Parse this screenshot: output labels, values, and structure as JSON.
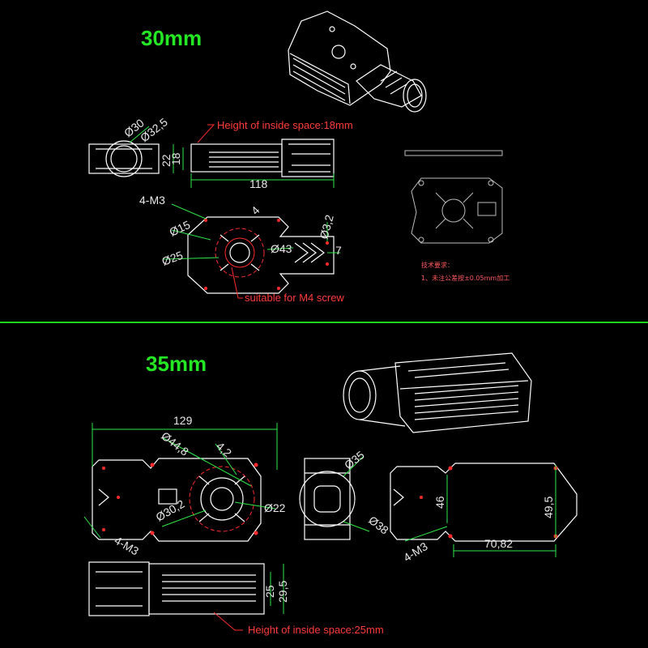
{
  "sections": {
    "top_title": "30mm",
    "bottom_title": "35mm"
  },
  "top": {
    "height_note": "Height of inside space:18mm",
    "d30": "Ø30",
    "d32_5": "Ø32,5",
    "dim22": "22",
    "dim18": "18",
    "dim118": "118",
    "m3": "4-M3",
    "d15": "Ø15",
    "dim4": "4",
    "d25": "Ø25",
    "d43": "Ø43",
    "d3_2": "Ø3,2",
    "dim7": "7",
    "screw_note": "suitable for M4 screw",
    "tech_req_title": "技术要求：",
    "tech_req_line": "1、未注公差按±0.05mm加工"
  },
  "bottom": {
    "dim129": "129",
    "d44_8": "Ø44,8",
    "dim4_2": "4,2",
    "d30_2": "Ø30,2",
    "d22": "Ø22",
    "m3_left": "4-M3",
    "d35": "Ø35",
    "d38": "Ø38",
    "dim46": "46",
    "dim49_5": "49,5",
    "dim70_82": "70,82",
    "m3_right": "4-M3",
    "dim25": "25",
    "dim29_5": "29,5",
    "height_note": "Height of inside space:25mm"
  },
  "colors": {
    "background": "#000000",
    "title": "#25e825",
    "dimension": "#2ee84a",
    "outline": "#ffffff",
    "annotation": "#ff2b2b",
    "divider": "#1fd61f"
  }
}
